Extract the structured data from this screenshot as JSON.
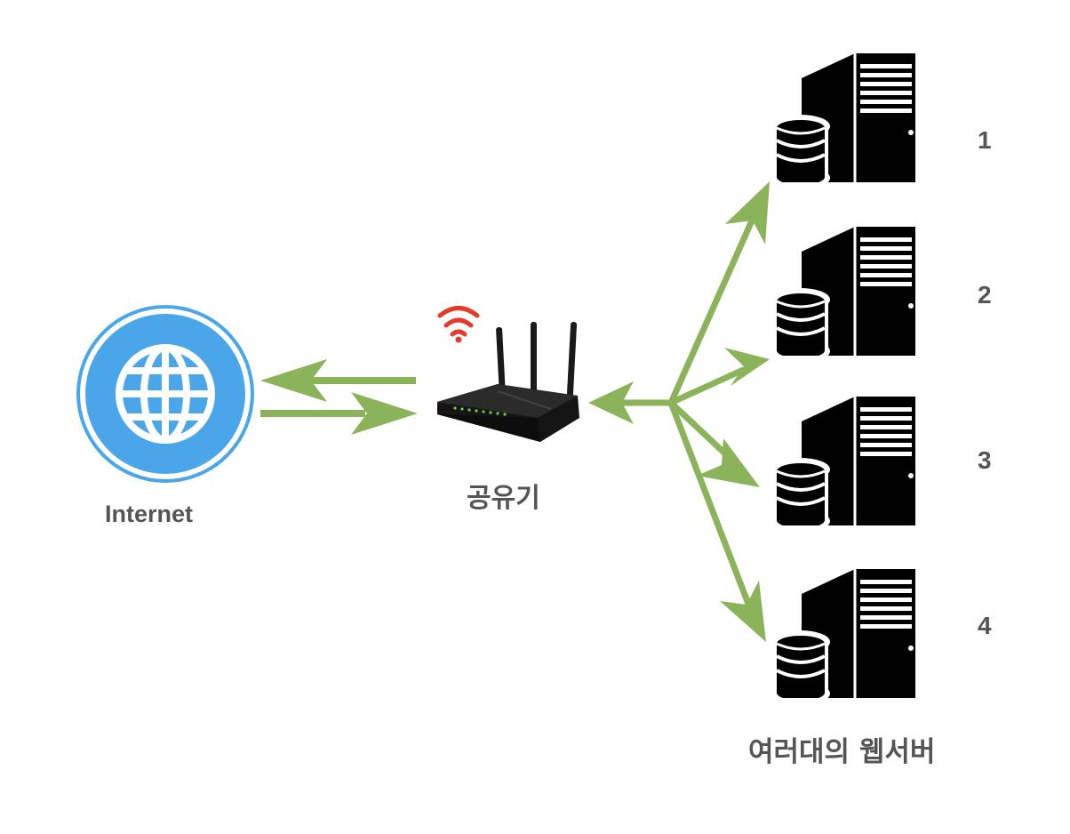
{
  "nodes": {
    "internet": {
      "label": "Internet",
      "icon": "globe-icon",
      "color": "#4aa6e8"
    },
    "router": {
      "label": "공유기",
      "icon": "wifi-router-icon",
      "wifi_color": "#e53a2b"
    },
    "servers": {
      "label": "여러대의 웹서버",
      "icon": "server-database-icon",
      "items": [
        {
          "number": "1"
        },
        {
          "number": "2"
        },
        {
          "number": "3"
        },
        {
          "number": "4"
        }
      ]
    }
  },
  "colors": {
    "arrow": "#8bb35a",
    "label_text": "#555555",
    "server": "#000000"
  }
}
